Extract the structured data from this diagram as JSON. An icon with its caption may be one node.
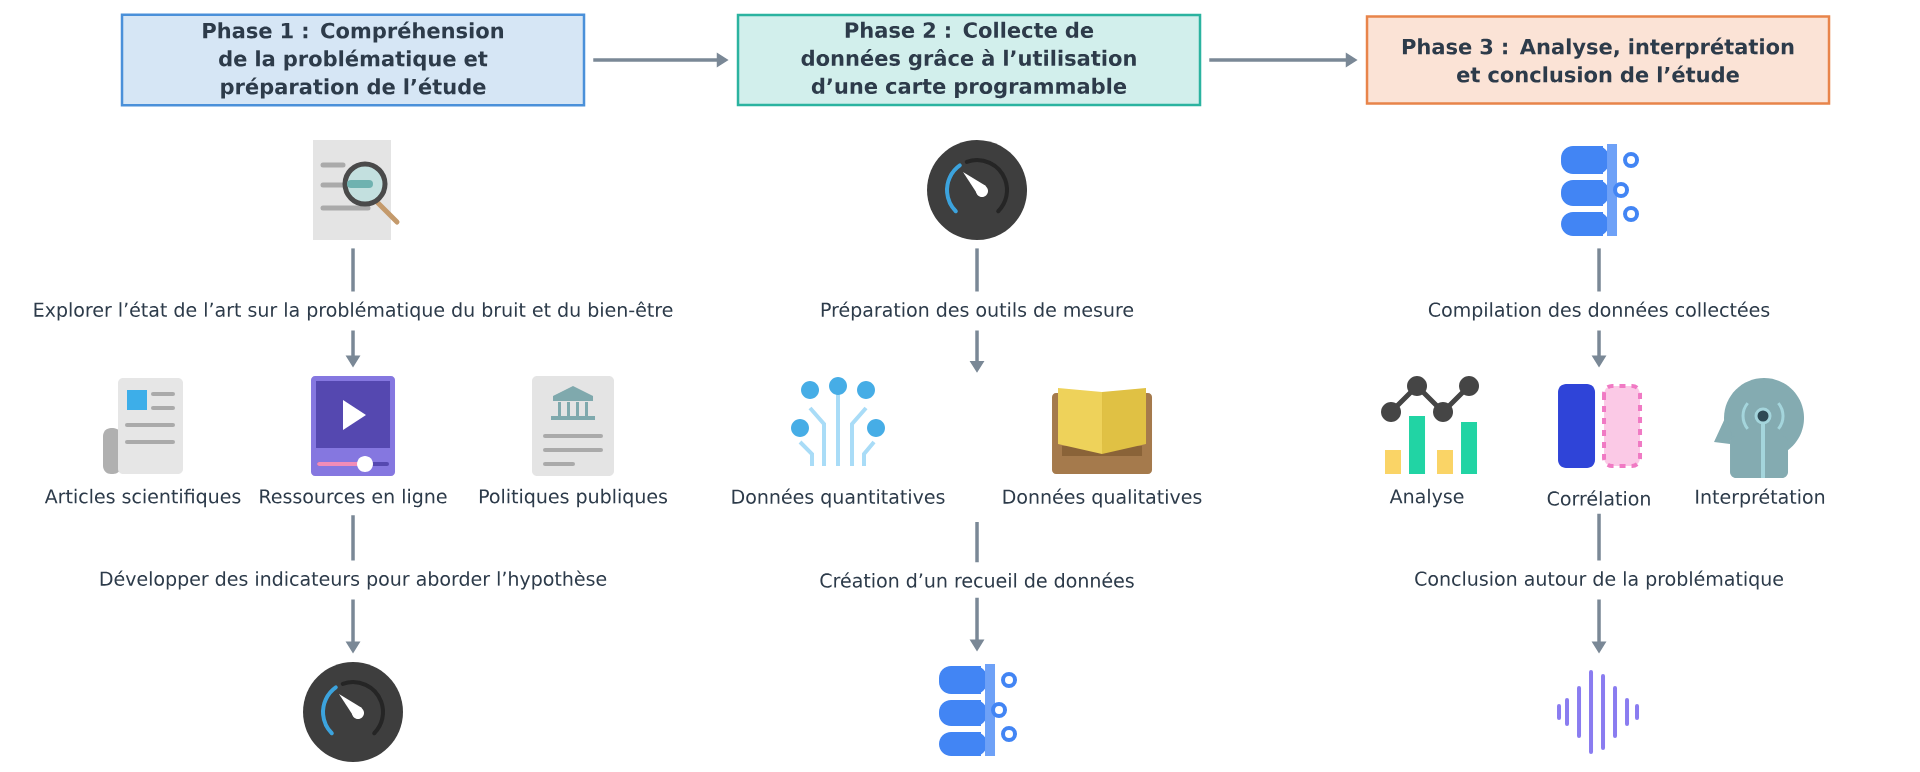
{
  "diagram": {
    "nodes": [
      {
        "text": [
          "Phase 1 : Compréhension de la problématique et préparation de l’étude"
        ]
      },
      {
        "text": [
          "Phase 2 : Collecte de données grâce à l’utilisation d’une carte programmable"
        ]
      },
      {
        "text": [
          "Phase 3 : Analyse, interprétation et conclusion de l’étude"
        ]
      },
      {
        "text": [],
        "shape": "picture"
      },
      {
        "text": [],
        "shape": "picture",
        "beside": [
          "Articles scientifiques"
        ]
      },
      {
        "text": [],
        "shape": "picture",
        "beside": [
          "Ressources en ligne"
        ]
      },
      {
        "text": [],
        "shape": "picture",
        "beside": [
          "Politiques publiques"
        ]
      },
      {
        "text": [],
        "shape": "picture"
      },
      {
        "text": [],
        "shape": "picture"
      },
      {
        "text": [],
        "shape": "picture",
        "beside": [
          "Données quantitatives"
        ]
      },
      {
        "text": [],
        "shape": "picture",
        "beside": [
          "Données qualitatives"
        ]
      },
      {
        "text": [],
        "shape": "picture"
      },
      {
        "text": [],
        "shape": "picture"
      },
      {
        "text": [],
        "shape": "picture",
        "beside": [
          "Analyse"
        ]
      },
      {
        "text": [],
        "shape": "picture",
        "beside": [
          "Corrélation"
        ]
      },
      {
        "text": [],
        "shape": "picture",
        "beside": [
          "Interprétation"
        ]
      },
      {
        "text": [],
        "shape": "picture"
      }
    ],
    "edges": [
      {
        "from": 0,
        "to": 1,
        "arrow": "to"
      },
      {
        "from": 1,
        "to": 2,
        "arrow": "to"
      },
      {
        "from": 3,
        "to": 5,
        "arrow": "to",
        "label": "Explorer l’état de l’art sur la problématique du bruit et du bien-être"
      },
      {
        "from": 5,
        "to": 7,
        "arrow": "to",
        "label": "Développer des indicateurs pour aborder l’hypothèse"
      },
      {
        "from": 8,
        "to": null,
        "arrow": "to",
        "label": "Préparation des outils de mesure"
      },
      {
        "from": null,
        "to": 11,
        "arrow": "to",
        "label": "Création d’un recueil de données"
      },
      {
        "from": 12,
        "to": 14,
        "arrow": "to",
        "label": "Compilation des données collectées"
      },
      {
        "from": 14,
        "to": 16,
        "arrow": "to",
        "label": "Conclusion autour de la problématique"
      }
    ]
  }
}
